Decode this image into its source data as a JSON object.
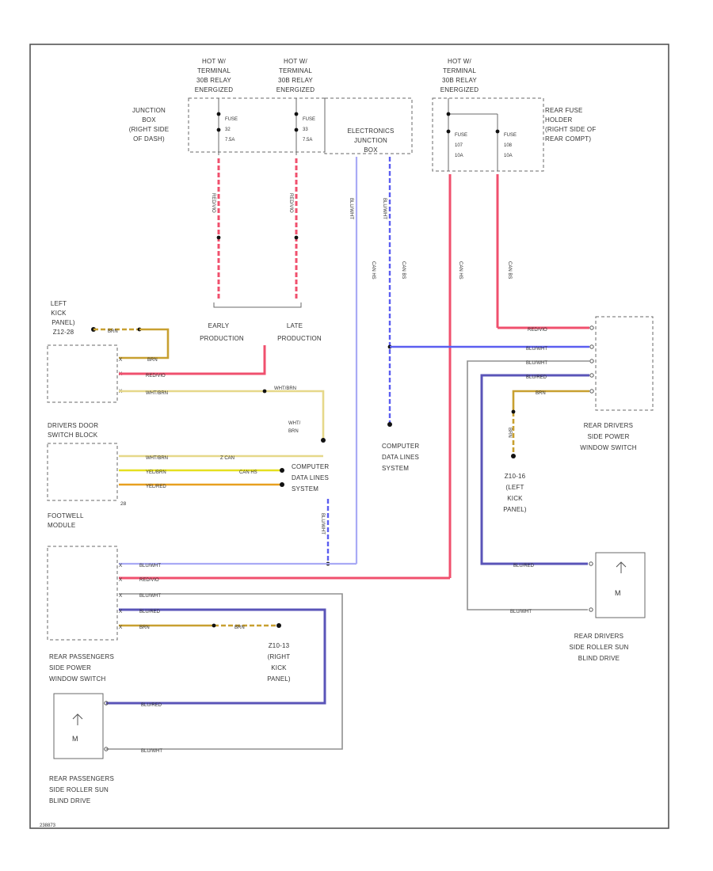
{
  "colors": {
    "red": "#f0506e",
    "red_dark": "#c0243c",
    "blue": "#5b5ef0",
    "blue_light": "#a9aaf5",
    "purple": "#5a54b8",
    "brown": "#c8a030",
    "orange": "#e8a020",
    "yellow": "#e6e020",
    "grey": "#909090",
    "frame": "#555555"
  },
  "top": {
    "hot1": [
      "HOT W/",
      "TERMINAL",
      "30B RELAY",
      "ENERGIZED"
    ],
    "hot2": [
      "HOT W/",
      "TERMINAL",
      "30B RELAY",
      "ENERGIZED"
    ],
    "hot3": [
      "HOT W/",
      "TERMINAL",
      "30B RELAY",
      "ENERGIZED"
    ],
    "junction_box": [
      "JUNCTION",
      "BOX",
      "(RIGHT SIDE",
      "OF DASH)"
    ],
    "fuse1": [
      "FUSE",
      "32",
      "7.5A"
    ],
    "fuse2": [
      "FUSE",
      "33",
      "7.5A"
    ],
    "ejb": [
      "ELECTRONICS",
      "JUNCTION",
      "BOX"
    ],
    "rear_fuse": [
      "REAR FUSE",
      "HOLDER",
      "(RIGHT SIDE OF",
      "REAR COMPT)"
    ],
    "fuse3": [
      "FUSE",
      "107",
      "10A"
    ],
    "fuse4": [
      "FUSE",
      "108",
      "10A"
    ]
  },
  "labels": {
    "early": [
      "EARLY",
      "PRODUCTION"
    ],
    "late": [
      "LATE",
      "PRODUCTION"
    ],
    "left_kick": [
      "LEFT",
      "KICK",
      "PANEL)",
      "Z12-28"
    ],
    "drivers_door": [
      "DRIVERS DOOR",
      "SWITCH BLOCK"
    ],
    "footwell": [
      "FOOTWELL",
      "MODULE"
    ],
    "computer1": [
      "COMPUTER",
      "DATA LINES",
      "SYSTEM"
    ],
    "computer2": [
      "COMPUTER",
      "DATA LINES",
      "SYSTEM"
    ],
    "rear_drivers_switch": [
      "REAR DRIVERS",
      "SIDE POWER",
      "WINDOW SWITCH"
    ],
    "z1016": [
      "Z10-16",
      "(LEFT",
      "KICK",
      "PANEL)"
    ],
    "rear_drivers_blind": [
      "REAR DRIVERS",
      "SIDE ROLLER SUN",
      "BLIND DRIVE"
    ],
    "rear_pass_switch": [
      "REAR PASSENGERS",
      "SIDE POWER",
      "WINDOW SWITCH"
    ],
    "z1013": [
      "Z10-13",
      "(RIGHT",
      "KICK",
      "PANEL)"
    ],
    "rear_pass_blind": [
      "REAR PASSENGERS",
      "SIDE ROLLER SUN",
      "BLIND DRIVE"
    ],
    "footer": "238873"
  },
  "wires": {
    "red_violet": "RED/VIO",
    "blu_wht": "BLU/WHT",
    "blu_red": "BLU/RED",
    "wht_brn": "WHT/BRN",
    "brn": "BRN",
    "yel_brn": "YEL/BRN",
    "yel_red": "YEL/RED",
    "can_hs": "CAN HS",
    "can_bs": "CAN BS",
    "z_can": "Z CAN",
    "wht_brn2": [
      "WHT/",
      "BRN"
    ],
    "pin_x": "X",
    "pin_28": "28"
  }
}
